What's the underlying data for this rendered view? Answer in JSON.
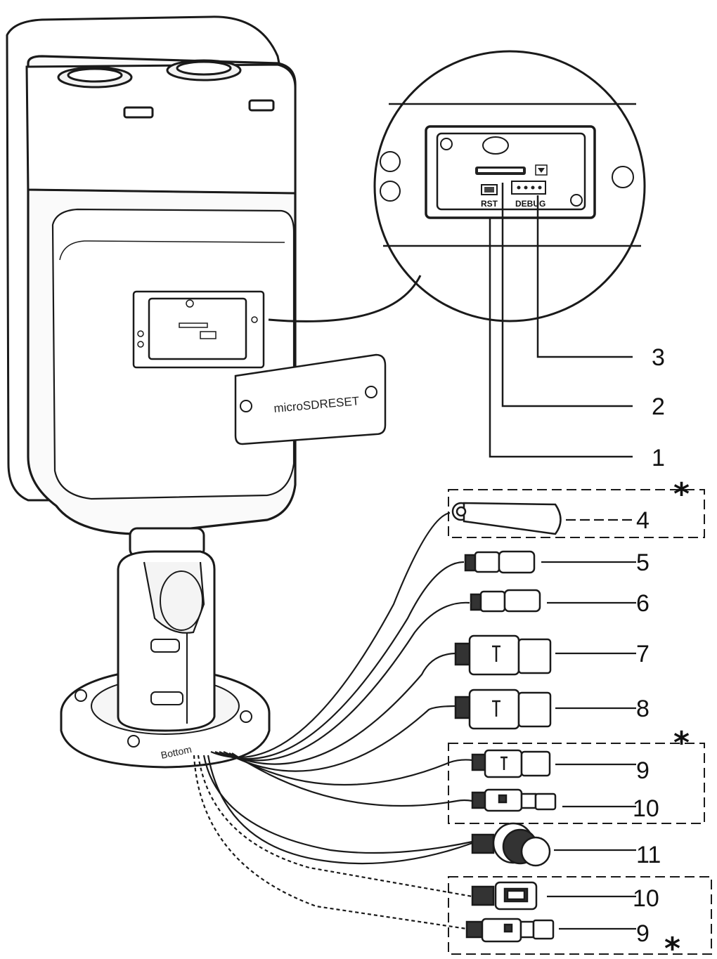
{
  "camera": {
    "cover_label_microsd": "microSD",
    "cover_label_reset": "RESET",
    "base_label": "Bottom"
  },
  "detail": {
    "rst_label": "RST",
    "debug_label": "DEBUG"
  },
  "callouts": [
    {
      "id": "1",
      "label": "1"
    },
    {
      "id": "2",
      "label": "2"
    },
    {
      "id": "3",
      "label": "3"
    },
    {
      "id": "4",
      "label": "4"
    },
    {
      "id": "5",
      "label": "5"
    },
    {
      "id": "6",
      "label": "6"
    },
    {
      "id": "7",
      "label": "7"
    },
    {
      "id": "8",
      "label": "8"
    },
    {
      "id": "9a",
      "label": "9"
    },
    {
      "id": "10a",
      "label": "10"
    },
    {
      "id": "11",
      "label": "11"
    },
    {
      "id": "10b",
      "label": "10"
    },
    {
      "id": "9b",
      "label": "9"
    }
  ],
  "optional_marker": "*"
}
